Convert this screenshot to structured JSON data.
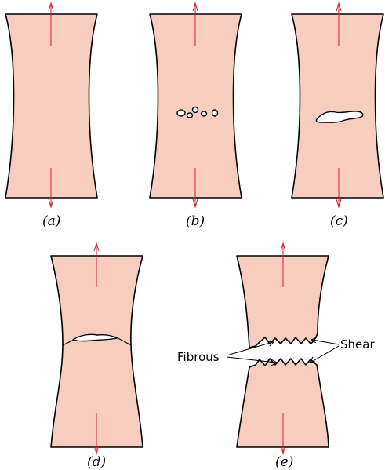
{
  "panels": {
    "a": {
      "label": "(a)"
    },
    "b": {
      "label": "(b)"
    },
    "c": {
      "label": "(c)"
    },
    "d": {
      "label": "(d)"
    },
    "e": {
      "label": "(e)"
    }
  },
  "callouts": {
    "fibrous": "Fibrous",
    "shear": "Shear"
  },
  "colors": {
    "specimen_fill": "#f6cdbf",
    "outline": "#000000",
    "load_arrow": "#c8242c",
    "void_fill": "#ffffff"
  }
}
